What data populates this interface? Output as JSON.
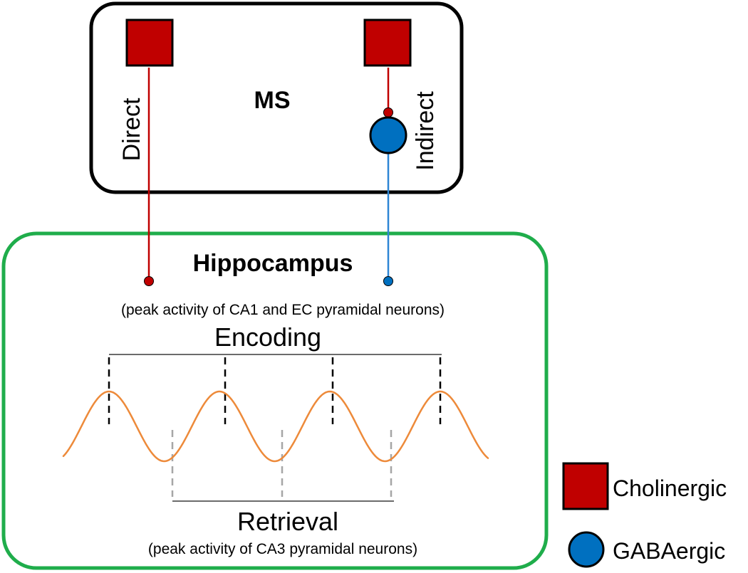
{
  "ms": {
    "title": "MS",
    "direct_label": "Direct",
    "indirect_label": "Indirect"
  },
  "hippocampus": {
    "title": "Hippocampus",
    "encoding_note": "(peak activity of CA1 and EC pyramidal neurons)",
    "encoding_label": "Encoding",
    "retrieval_label": "Retrieval",
    "retrieval_note": "(peak activity of CA3 pyramidal neurons)"
  },
  "legend": {
    "cholinergic_label": "Cholinergic",
    "gabaergic_label": "GABAergic"
  },
  "colors": {
    "cholinergic": "#c00000",
    "gabaergic": "#0070c0",
    "ms_border": "#000000",
    "hippocampus_border": "#1fad4b",
    "theta_wave": "#ed8a3a",
    "direct_axon": "#c00000",
    "indirect_axon": "#2e86d4"
  },
  "icons": {
    "cholinergic": "red-square",
    "gabaergic": "blue-circle"
  }
}
